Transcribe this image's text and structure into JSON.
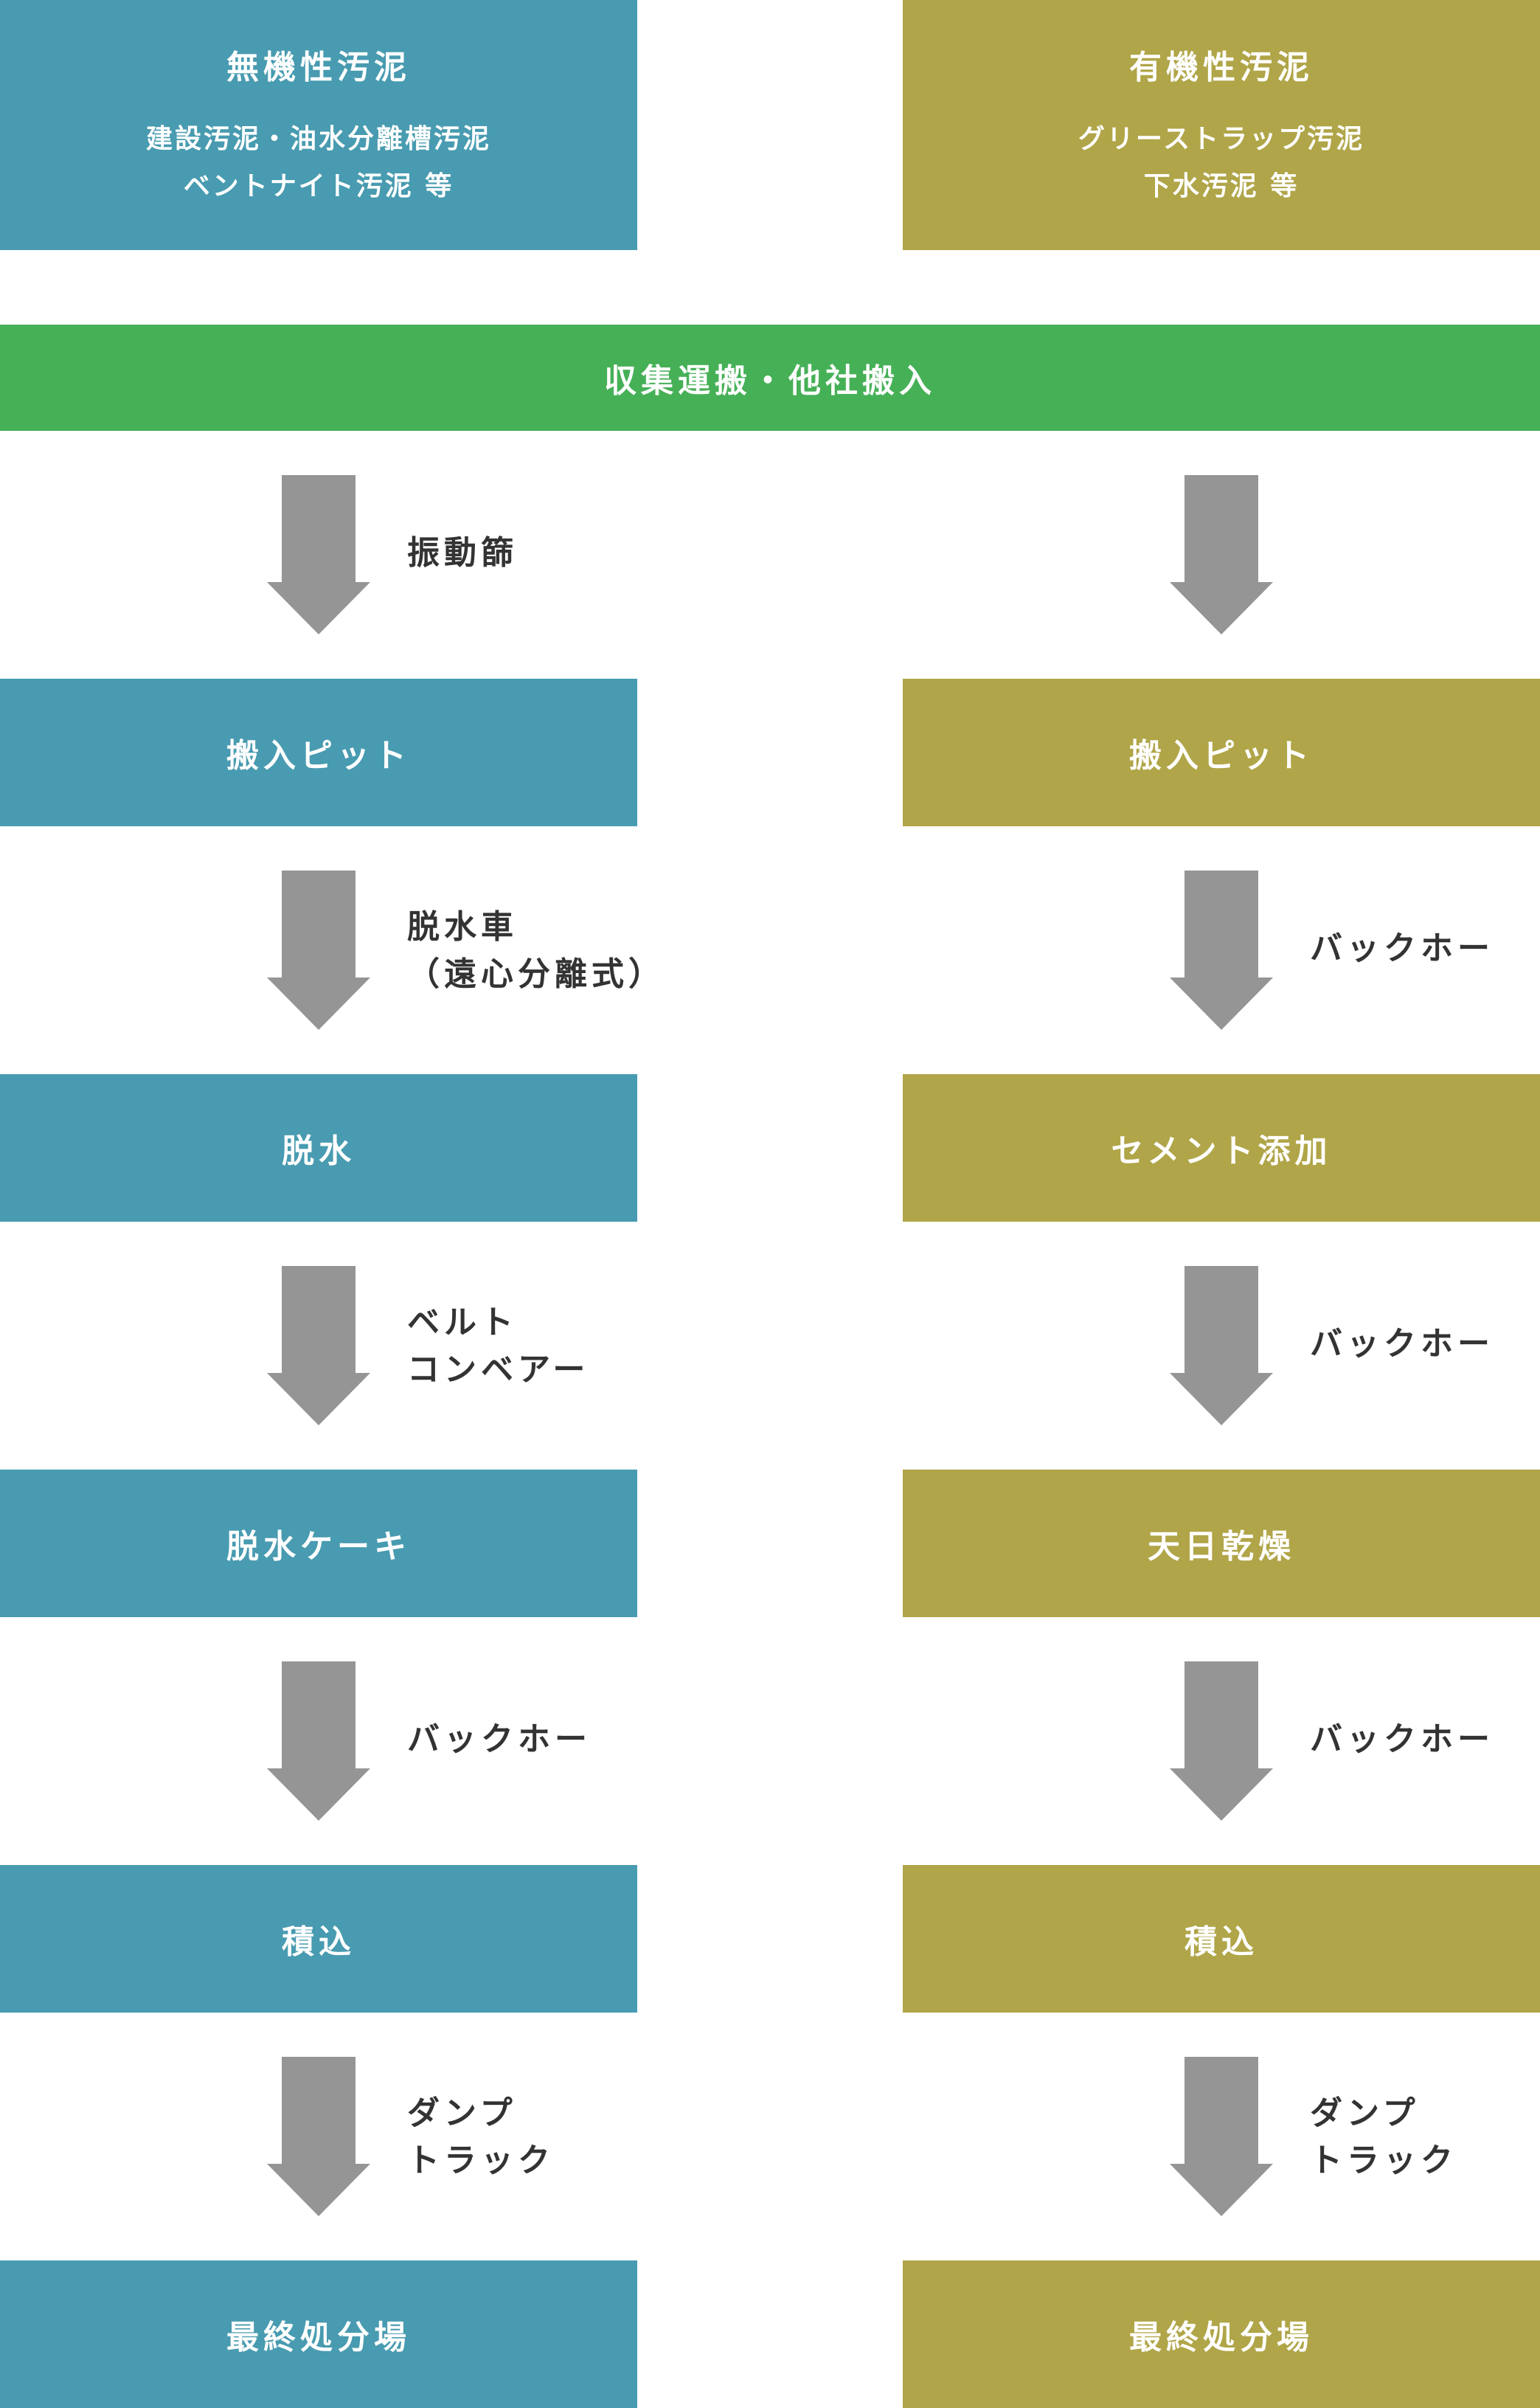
{
  "left_header": {
    "title": "無機性汚泥",
    "line1": "建設汚泥・油水分離槽汚泥",
    "line2": "ベントナイト汚泥 等",
    "color": "#489bb0"
  },
  "right_header": {
    "title": "有機性汚泥",
    "line1": "グリーストラップ汚泥",
    "line2": "下水汚泥 等",
    "color": "#b0a548"
  },
  "collection": {
    "label": "収集運搬・他社搬入",
    "color": "#46b057"
  },
  "arrow_color": "#959595",
  "left_steps": [
    "搬入ピット",
    "脱水",
    "脱水ケーキ",
    "積込",
    "最終処分場"
  ],
  "right_steps": [
    "搬入ピット",
    "セメント添加",
    "天日乾燥",
    "積込",
    "最終処分場"
  ],
  "left_tools": [
    [
      "振動篩"
    ],
    [
      "脱水車",
      "（遠心分離式）"
    ],
    [
      "ベルト",
      "コンベアー"
    ],
    [
      "バックホー"
    ],
    [
      "ダンプ",
      "トラック"
    ]
  ],
  "right_tools": [
    [],
    [
      "バックホー"
    ],
    [
      "バックホー"
    ],
    [
      "バックホー"
    ],
    [
      "ダンプ",
      "トラック"
    ]
  ]
}
